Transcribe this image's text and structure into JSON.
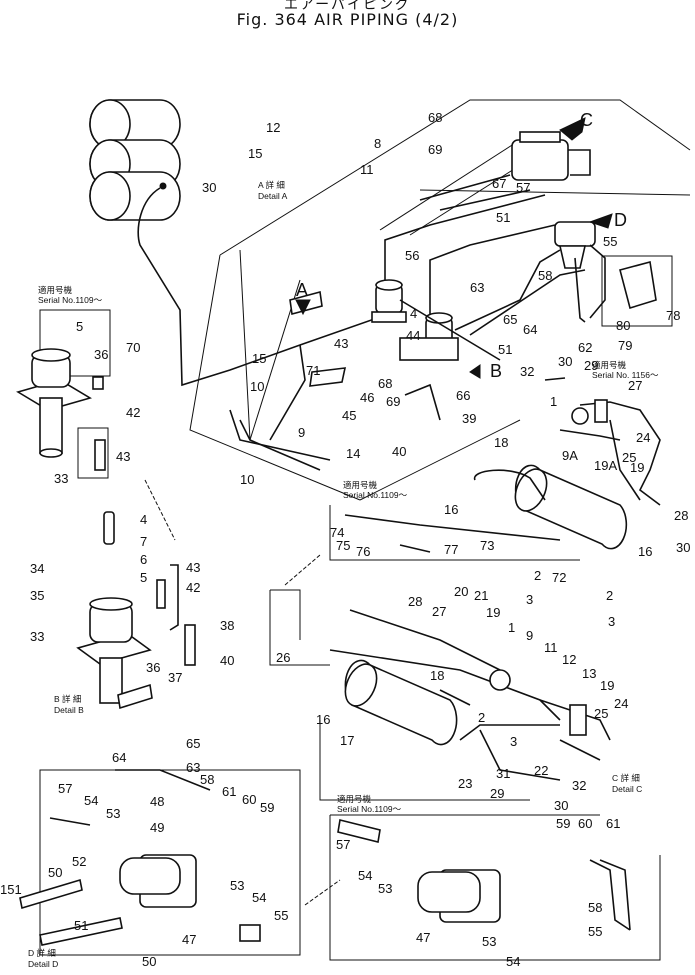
{
  "header": {
    "title_jp": "エアーパイピング",
    "title": "Fig. 364   AIR PIPING (4/2)"
  },
  "letters": {
    "a": "A",
    "b": "B",
    "c": "C",
    "d": "D"
  },
  "captions": {
    "detail_a_jp": "A 詳 細",
    "detail_a": "Detail A",
    "detail_b_jp": "B 詳 細",
    "detail_b": "Detail B",
    "detail_c_jp": "C 詳 細",
    "detail_c": "Detail C",
    "detail_d_jp": "D 詳 細",
    "detail_d": "Detail D",
    "serial_jp": "適用号機",
    "serial_1109": "Serial No.1109～",
    "serial_1156": "Serial No. 1156～"
  },
  "part_numbers": {
    "n1": "1",
    "n2": "2",
    "n3": "3",
    "n4": "4",
    "n5": "5",
    "n6": "6",
    "n7": "7",
    "n8": "8",
    "n9": "9",
    "n10": "10",
    "n11": "11",
    "n12": "12",
    "n13": "13",
    "n14": "14",
    "n15": "15",
    "n16": "16",
    "n17": "17",
    "n18": "18",
    "n19": "19",
    "n19a": "19A",
    "n20": "20",
    "n21": "21",
    "n22": "22",
    "n23": "23",
    "n24": "24",
    "n25": "25",
    "n26": "26",
    "n27": "27",
    "n28": "28",
    "n29": "29",
    "n30": "30",
    "n31": "31",
    "n32": "32",
    "n33": "33",
    "n34": "34",
    "n35": "35",
    "n36": "36",
    "n37": "37",
    "n38": "38",
    "n39": "39",
    "n40": "40",
    "n42": "42",
    "n43": "43",
    "n44": "44",
    "n45": "45",
    "n46": "46",
    "n47": "47",
    "n48": "48",
    "n49": "49",
    "n50": "50",
    "n51": "51",
    "n52": "52",
    "n53": "53",
    "n54": "54",
    "n55": "55",
    "n56": "56",
    "n57": "57",
    "n58": "58",
    "n59": "59",
    "n60": "60",
    "n61": "61",
    "n62": "62",
    "n63": "63",
    "n64": "64",
    "n65": "65",
    "n66": "66",
    "n67": "67",
    "n68": "68",
    "n69": "69",
    "n70": "70",
    "n71": "71",
    "n72": "72",
    "n73": "73",
    "n74": "74",
    "n75": "75",
    "n76": "76",
    "n77": "77",
    "n78": "78",
    "n79": "79",
    "n80": "80",
    "n9a": "9A",
    "n151": "151"
  }
}
